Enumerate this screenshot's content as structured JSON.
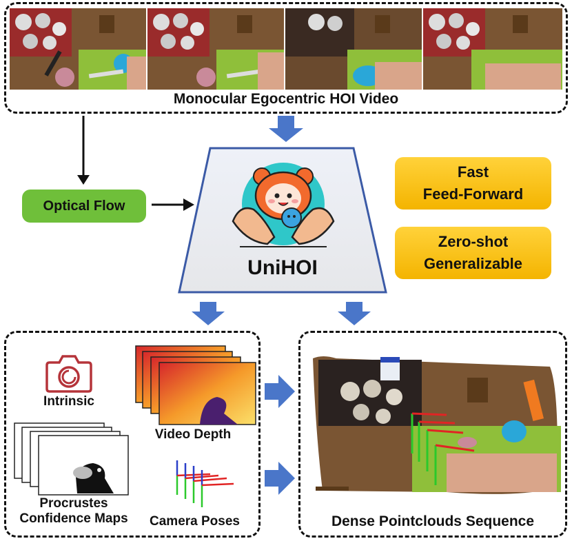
{
  "video_title": "Monocular Egocentric HOI Video",
  "optical_flow": "Optical Flow",
  "model_name": "UniHOI",
  "feature1_line1": "Fast",
  "feature1_line2": "Feed-Forward",
  "feature2_line1": "Zero-shot",
  "feature2_line2": "Generalizable",
  "outputs": {
    "intrinsic": "Intrinsic",
    "video_depth": "Video Depth",
    "procrustes_line1": "Procrustes",
    "procrustes_line2": "Confidence Maps",
    "camera_poses": "Camera Poses"
  },
  "pointcloud_title": "Dense Pointclouds Sequence",
  "colors": {
    "arrow_blue": "#4a76c9",
    "gold": "#f4b400",
    "green": "#6fbf3a",
    "camera_red": "#b5343a"
  },
  "icons": [
    "camera-icon",
    "mascot-logo-icon"
  ]
}
